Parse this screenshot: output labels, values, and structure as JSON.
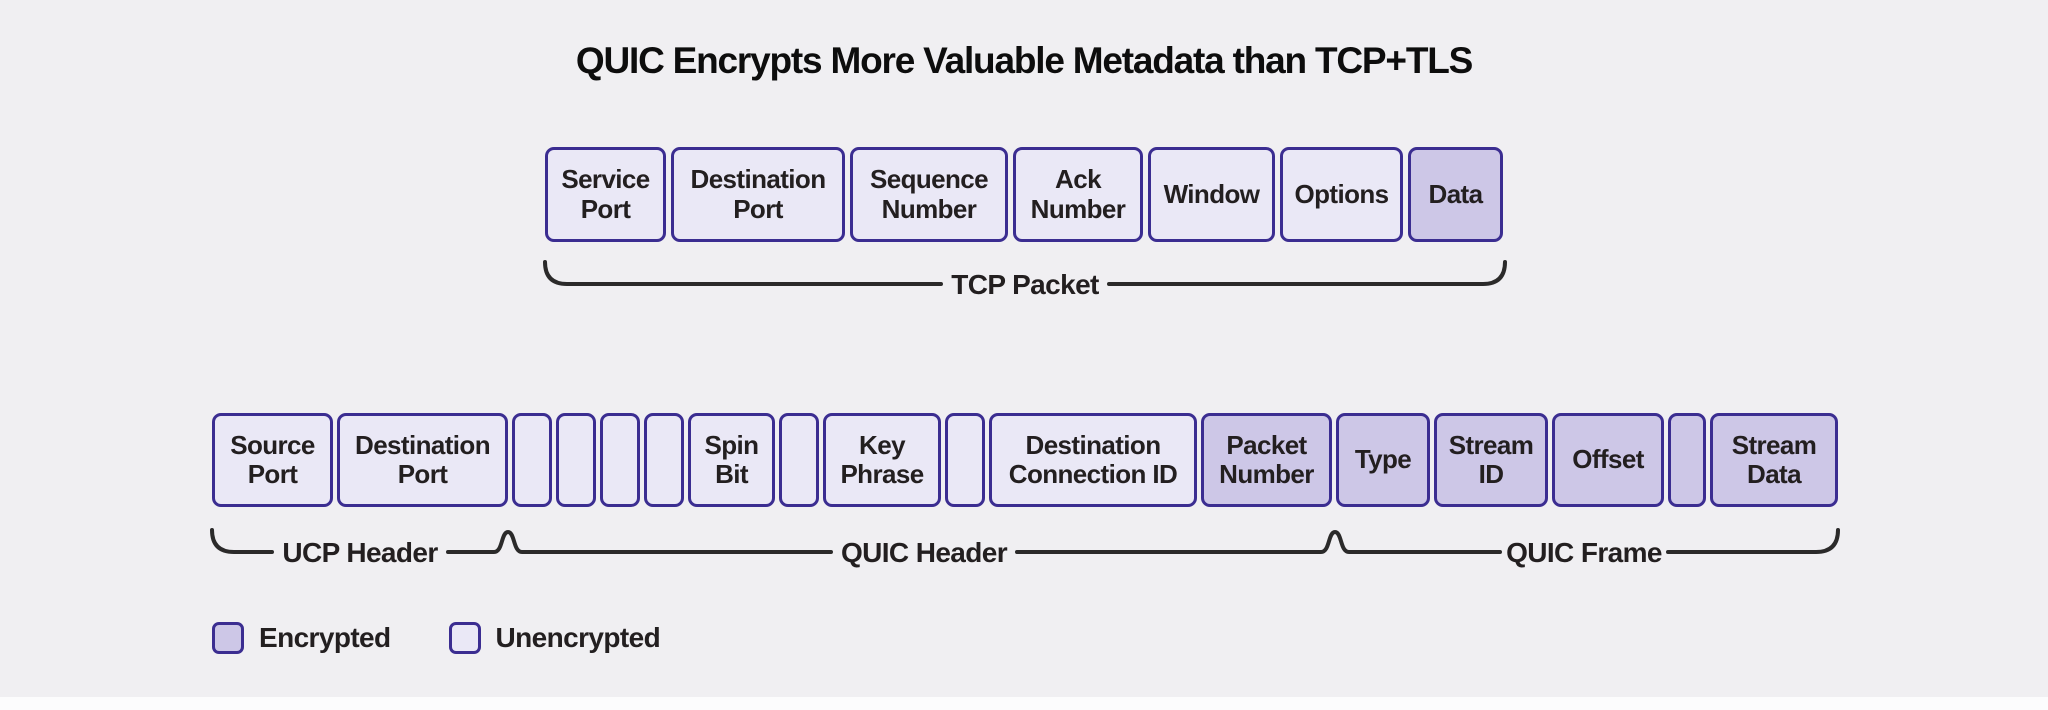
{
  "title": "QUIC Encrypts More Valuable Metadata than TCP+TLS",
  "colors": {
    "bg": "#f0eff2",
    "cell_border": "#3b2d91",
    "encrypted_fill": "#cdc7e7",
    "unencrypted_fill": "#eae8f6",
    "text": "#231f20",
    "brace": "#2b2a2a",
    "bottom_strip": "#fcfcfd"
  },
  "tcp_packet": {
    "brace_label": "TCP Packet",
    "cells": [
      {
        "label": "Service Port",
        "encrypted": false
      },
      {
        "label": "Destination Port",
        "encrypted": false
      },
      {
        "label": "Sequence Number",
        "encrypted": false
      },
      {
        "label": "Ack Number",
        "encrypted": false
      },
      {
        "label": "Window",
        "encrypted": false
      },
      {
        "label": "Options",
        "encrypted": false
      },
      {
        "label": "Data",
        "encrypted": true
      }
    ]
  },
  "quic_packet": {
    "cells": [
      {
        "label": "Source Port",
        "encrypted": false
      },
      {
        "label": "Destination Port",
        "encrypted": false
      },
      {
        "label": "",
        "encrypted": false
      },
      {
        "label": "",
        "encrypted": false
      },
      {
        "label": "",
        "encrypted": false
      },
      {
        "label": "",
        "encrypted": false
      },
      {
        "label": "Spin Bit",
        "encrypted": false
      },
      {
        "label": "",
        "encrypted": false
      },
      {
        "label": "Key Phrase",
        "encrypted": false
      },
      {
        "label": "",
        "encrypted": false
      },
      {
        "label": "Destination Connection ID",
        "encrypted": false
      },
      {
        "label": "Packet Number",
        "encrypted": true
      },
      {
        "label": "Type",
        "encrypted": true
      },
      {
        "label": "Stream ID",
        "encrypted": true
      },
      {
        "label": "Offset",
        "encrypted": true
      },
      {
        "label": "",
        "encrypted": true
      },
      {
        "label": "Stream Data",
        "encrypted": true
      }
    ],
    "braces": [
      {
        "label": "UCP Header"
      },
      {
        "label": "QUIC Header"
      },
      {
        "label": "QUIC Frame"
      }
    ]
  },
  "legend": {
    "encrypted_label": "Encrypted",
    "unencrypted_label": "Unencrypted"
  }
}
